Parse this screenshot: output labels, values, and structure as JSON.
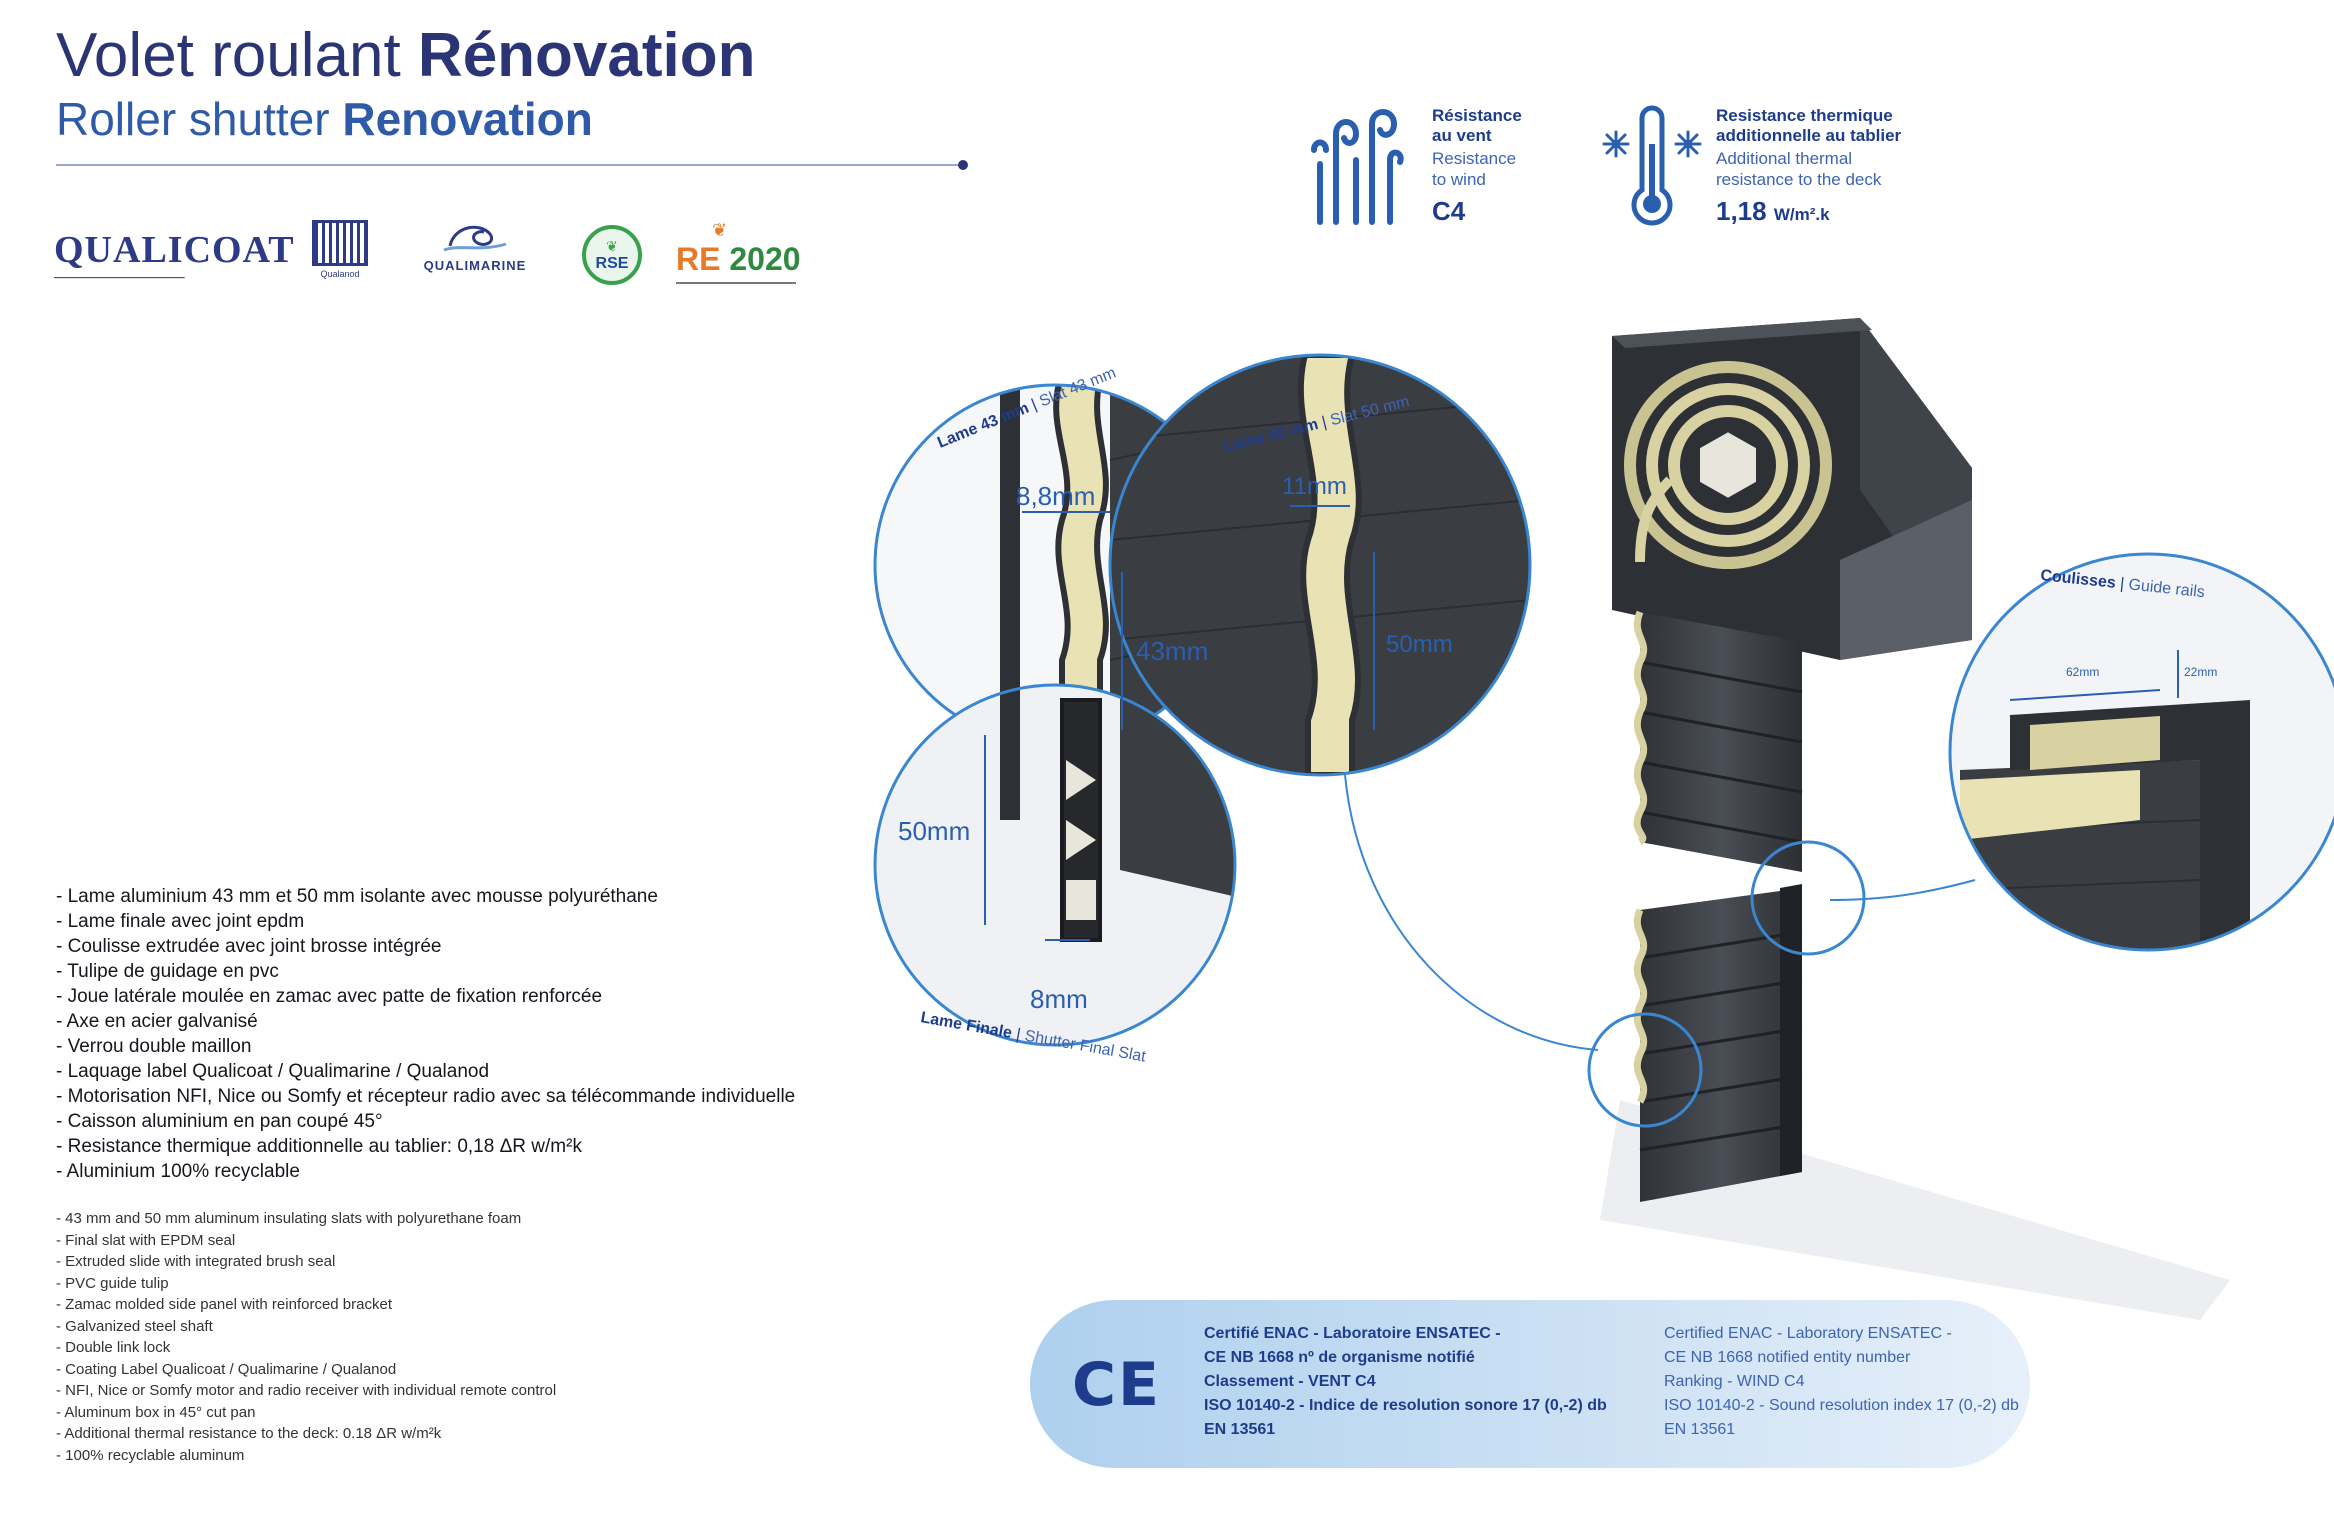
{
  "title": {
    "fr_light": "Volet roulant ",
    "fr_bold": "Rénovation",
    "en_light": "Roller shutter ",
    "en_bold": "Renovation"
  },
  "logos": {
    "qualicoat": "QUALICOAT",
    "qualanod": "Qualanod",
    "qualimarine": "QUALIMARINE",
    "rse": "RSE",
    "re2020_re": "RE",
    "re2020_year": "2020"
  },
  "badges": {
    "wind": {
      "fr_line1": "Résistance",
      "fr_line2": "au vent",
      "en_line1": "Resistance",
      "en_line2": "to wind",
      "value": "C4"
    },
    "thermal": {
      "fr_line1": "Resistance thermique",
      "fr_line2": "additionnelle au tablier",
      "en_line1": "Additional thermal",
      "en_line2": "resistance to the deck",
      "value": "1,18",
      "unit": "W/m².k"
    }
  },
  "diagram": {
    "slat43_title": "Lame 43 mm",
    "slat43_sub": "Slat 43 mm",
    "slat50_title": "Lame 50 mm",
    "slat50_sub": "Slat 50 mm",
    "final_title": "Lame Finale",
    "final_sub": "Shutter Final Slat",
    "guide_title": "Coulisses",
    "guide_sub": "Guide rails",
    "dim_88": "8,8mm",
    "dim_43": "43mm",
    "dim_50_final": "50mm",
    "dim_8": "8mm",
    "dim_11": "11mm",
    "dim_50": "50mm",
    "dim_62": "62mm",
    "dim_22": "22mm",
    "sep": "|"
  },
  "features_fr": [
    "- Lame aluminium 43 mm et 50 mm isolante avec mousse polyuréthane",
    "- Lame finale avec joint epdm",
    "- Coulisse extrudée avec joint brosse intégrée",
    "- Tulipe de guidage en pvc",
    "- Joue latérale moulée en zamac avec patte de fixation renforcée",
    "- Axe en acier galvanisé",
    "- Verrou double maillon",
    "- Laquage label Qualicoat / Qualimarine / Qualanod",
    "- Motorisation NFI, Nice ou Somfy et récepteur radio avec sa télécommande individuelle",
    "- Caisson aluminium en pan coupé 45°",
    "- Resistance thermique additionnelle au tablier: 0,18 ΔR w/m²k",
    "- Aluminium 100% recyclable"
  ],
  "features_en": [
    "- 43 mm and 50 mm aluminum insulating slats with polyurethane foam",
    "- Final slat with EPDM seal",
    "- Extruded slide with integrated brush seal",
    "- PVC guide tulip",
    "- Zamac molded side panel with reinforced bracket",
    "- Galvanized steel shaft",
    "- Double link lock",
    "- Coating Label Qualicoat / Qualimarine / Qualanod",
    "- NFI, Nice or Somfy motor and radio receiver with individual remote control",
    "- Aluminum box in 45° cut pan",
    "- Additional thermal resistance to the deck: 0.18 ΔR w/m²k",
    "- 100% recyclable aluminum"
  ],
  "certification": {
    "mark": "CE",
    "fr": [
      "Certifié ENAC - Laboratoire ENSATEC -",
      "CE NB 1668 nº de organisme notifié",
      "Classement - VENT C4",
      "ISO 10140-2 - Indice de resolution sonore 17 (0,-2) db",
      "EN 13561"
    ],
    "en": [
      "Certified ENAC - Laboratory ENSATEC -",
      "CE NB 1668 notified entity number",
      "Ranking - WIND C4",
      "ISO 10140-2 - Sound resolution index 17 (0,-2) db",
      "EN 13561"
    ]
  },
  "colors": {
    "navy": "#2b3575",
    "blue": "#2f5aa8",
    "slat": "#3a3d42",
    "foam": "#e8e2b4",
    "circle": "#3a86d0"
  }
}
